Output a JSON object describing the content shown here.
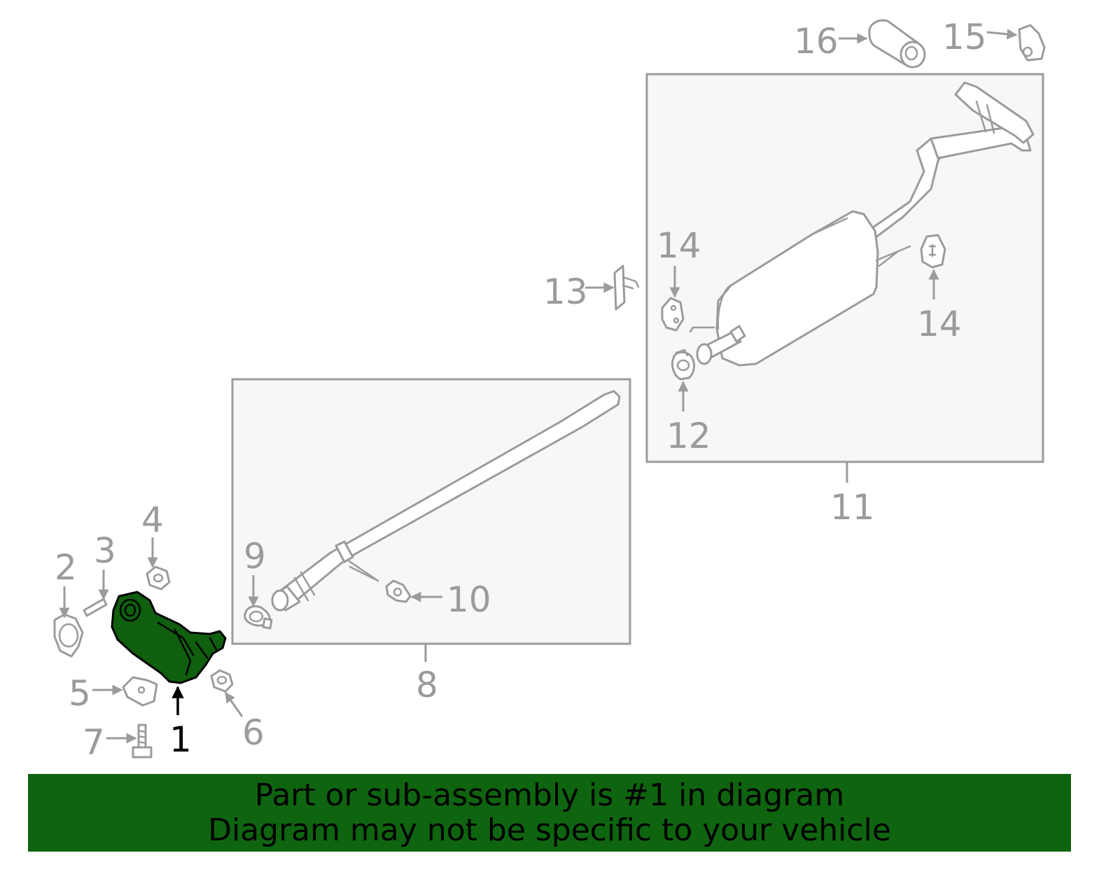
{
  "colors": {
    "highlight_fill": "#0f5f0f",
    "banner_bg": "#0f6410",
    "line_gray": "#9b9b9b",
    "box_fill": "#f7f7f7"
  },
  "diagram": {
    "highlighted_part": "1",
    "callouts": [
      {
        "id": "c1",
        "label": "1"
      },
      {
        "id": "c2",
        "label": "2"
      },
      {
        "id": "c3",
        "label": "3"
      },
      {
        "id": "c4",
        "label": "4"
      },
      {
        "id": "c5",
        "label": "5"
      },
      {
        "id": "c6",
        "label": "6"
      },
      {
        "id": "c7",
        "label": "7"
      },
      {
        "id": "c8",
        "label": "8"
      },
      {
        "id": "c9",
        "label": "9"
      },
      {
        "id": "c10",
        "label": "10"
      },
      {
        "id": "c11",
        "label": "11"
      },
      {
        "id": "c12",
        "label": "12"
      },
      {
        "id": "c13",
        "label": "13"
      },
      {
        "id": "c14a",
        "label": "14"
      },
      {
        "id": "c14b",
        "label": "14"
      },
      {
        "id": "c15",
        "label": "15"
      },
      {
        "id": "c16",
        "label": "16"
      }
    ]
  },
  "banner": {
    "line1": "Part or sub-assembly is #1 in diagram",
    "line2": "Diagram may not be specific to your vehicle"
  }
}
